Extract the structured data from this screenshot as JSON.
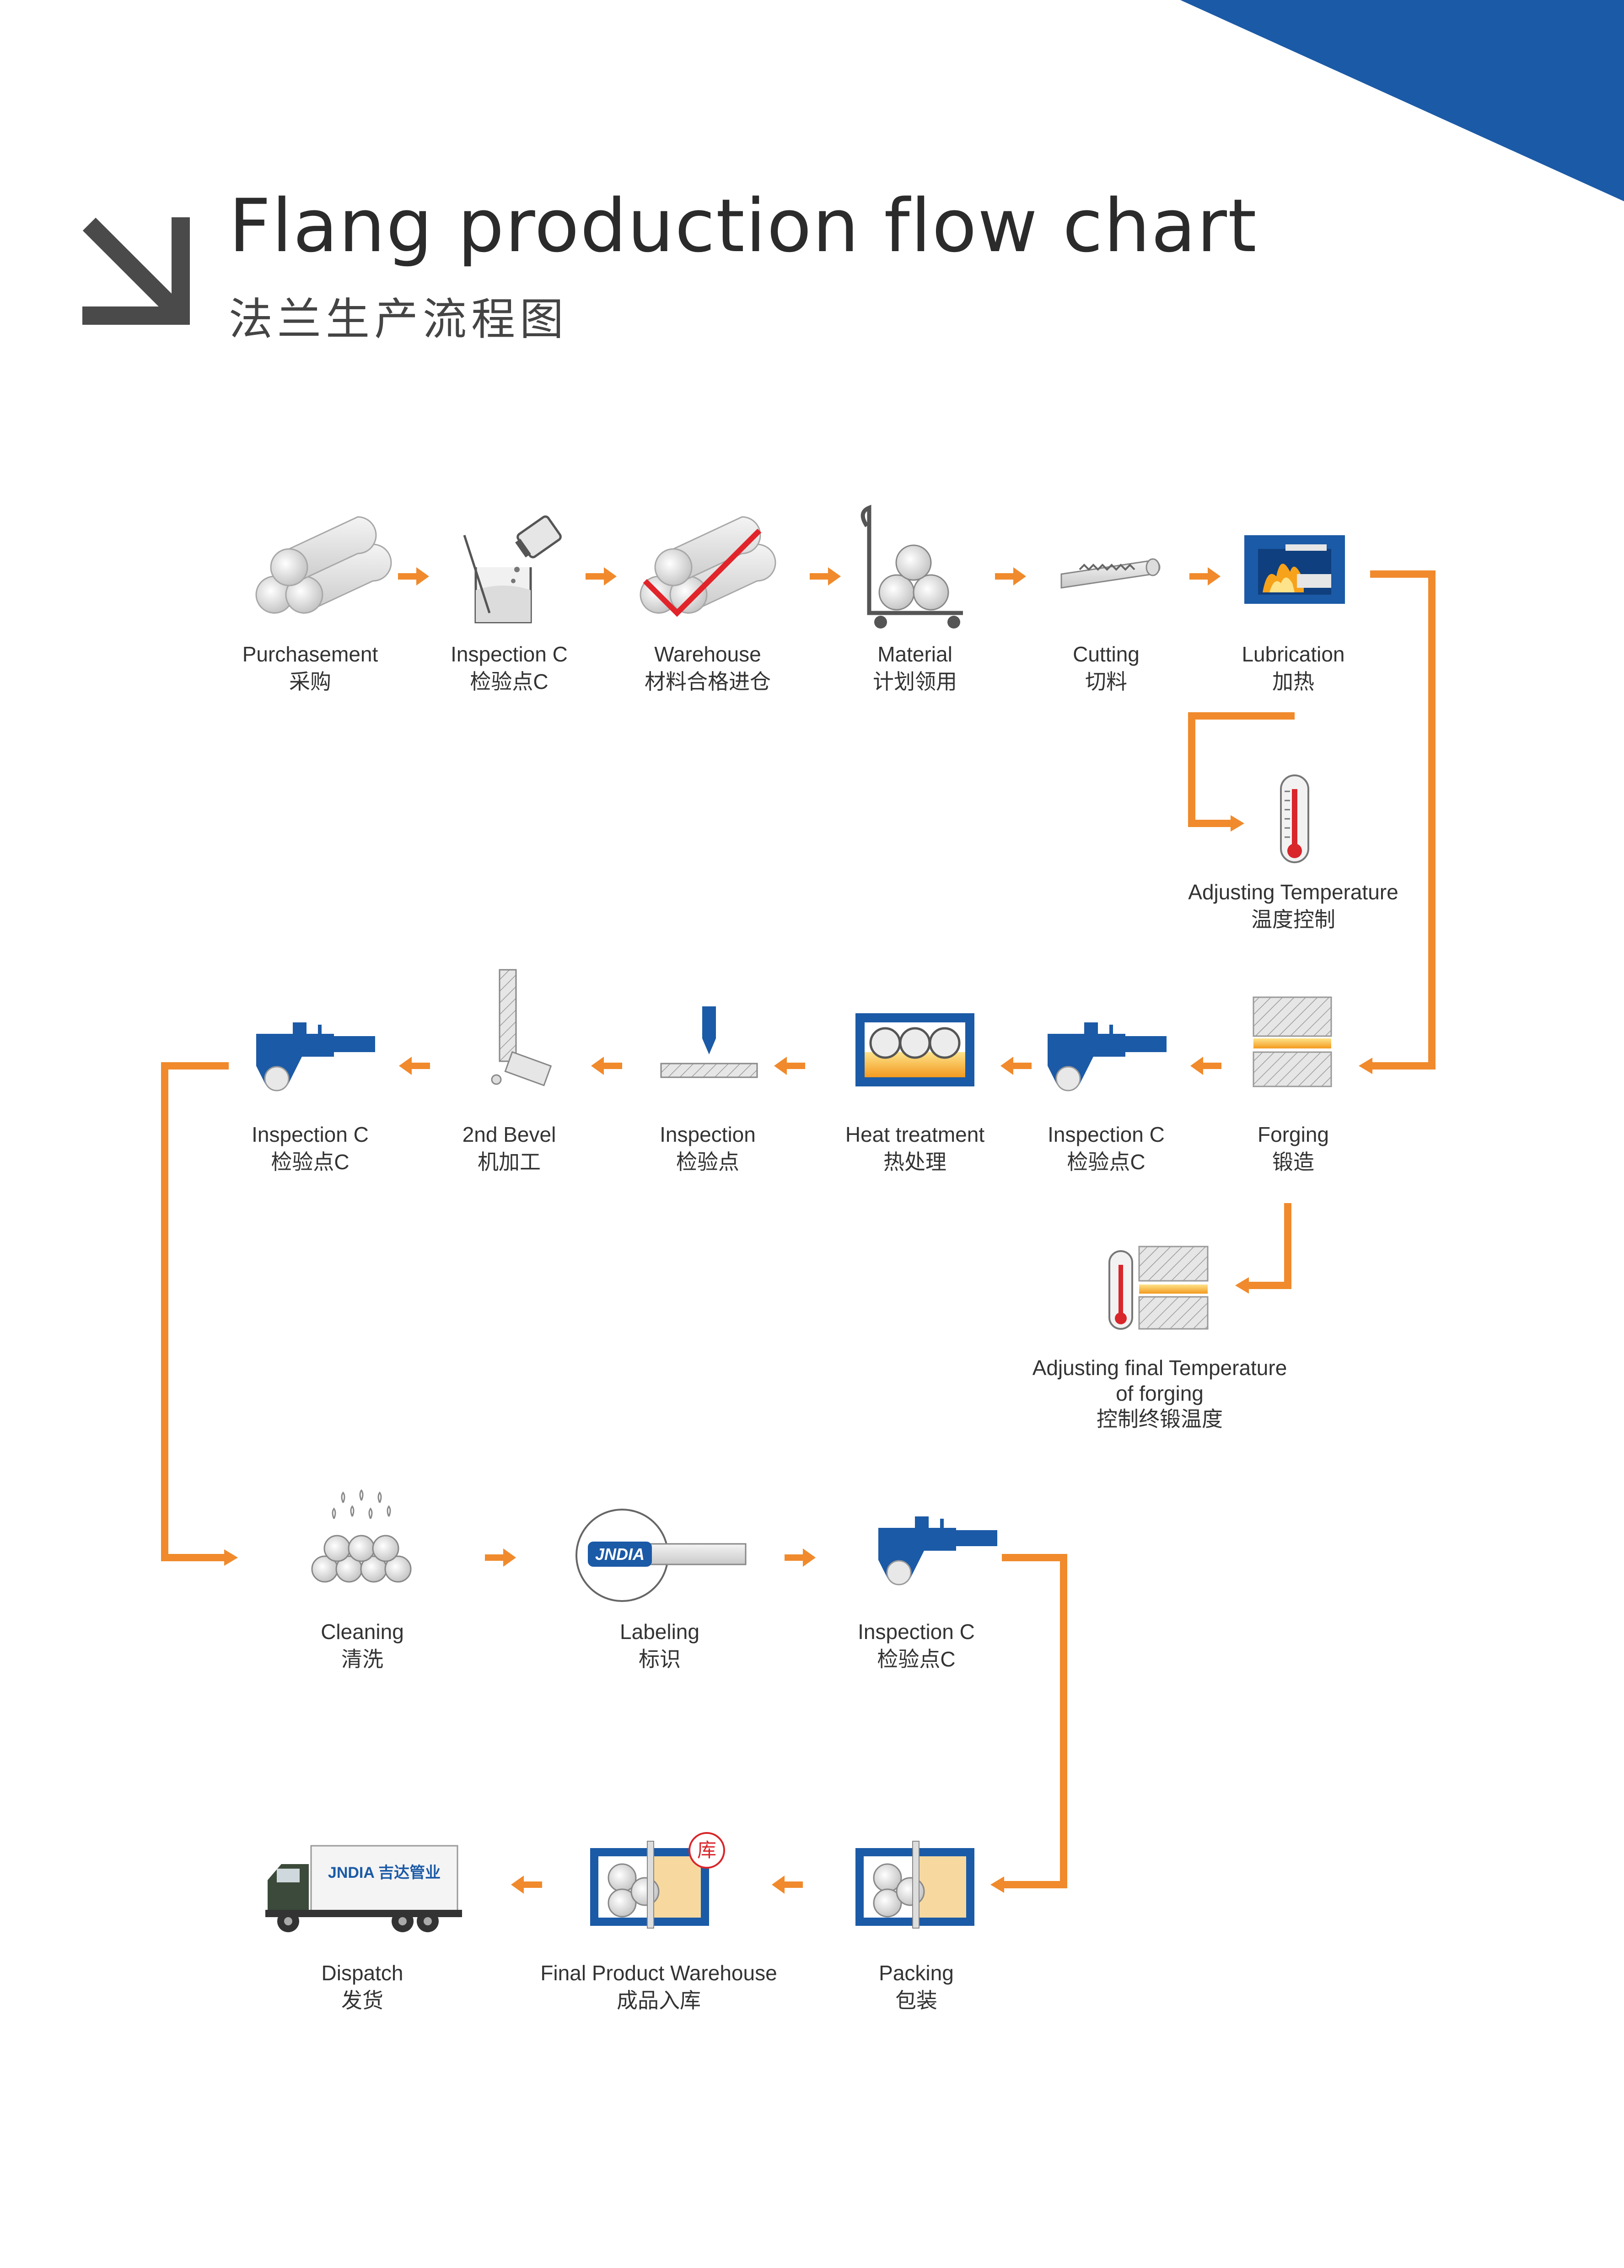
{
  "header": {
    "title": "Flang production flow chart",
    "subtitle": "法兰生产流程图",
    "arrow_icon": "down-right-arrow-icon"
  },
  "colors": {
    "accent_blue": "#1b5aa6",
    "flow_orange": "#f08a2c",
    "heat_yellow": "#f7c21b",
    "icon_grey": "#d9d9d9"
  },
  "steps": [
    {
      "id": "purchasement",
      "icon": "steel-bars-icon",
      "en": "Purchasement",
      "zh": "采购"
    },
    {
      "id": "inspection-1",
      "icon": "beaker-inspection-icon",
      "en": "Inspection C",
      "zh": "检验点C"
    },
    {
      "id": "warehouse",
      "icon": "approved-bars-icon",
      "en": "Warehouse",
      "zh": "材料合格进仓"
    },
    {
      "id": "material",
      "icon": "hand-truck-icon",
      "en": "Material",
      "zh": "计划领用"
    },
    {
      "id": "cutting",
      "icon": "saw-cutting-icon",
      "en": "Cutting",
      "zh": "切料"
    },
    {
      "id": "lubrication",
      "icon": "furnace-fire-icon",
      "en": "Lubrication",
      "zh": "加热"
    },
    {
      "id": "adjusting-temp",
      "icon": "thermometer-icon",
      "en": "Adjusting Temperature",
      "zh": "温度控制"
    },
    {
      "id": "forging",
      "icon": "forging-press-icon",
      "en": "Forging",
      "zh": "锻造"
    },
    {
      "id": "adjusting-final-temp",
      "icon": "thermometer-press-icon",
      "en": "Adjusting final Temperature",
      "en2": "of forging",
      "zh": "控制终锻温度"
    },
    {
      "id": "inspection-2",
      "icon": "caliper-icon",
      "en": "Inspection C",
      "zh": "检验点C"
    },
    {
      "id": "heat-treatment",
      "icon": "heat-treatment-icon",
      "en": "Heat treatment",
      "zh": "热处理"
    },
    {
      "id": "inspection-3",
      "icon": "probe-inspection-icon",
      "en": "Inspection",
      "zh": "检验点"
    },
    {
      "id": "bevel",
      "icon": "bevel-machining-icon",
      "en": "2nd Bevel",
      "zh": "机加工"
    },
    {
      "id": "inspection-4",
      "icon": "caliper-icon",
      "en": "Inspection C",
      "zh": "检验点C"
    },
    {
      "id": "cleaning",
      "icon": "cleaning-icon",
      "en": "Cleaning",
      "zh": "清洗"
    },
    {
      "id": "labeling",
      "icon": "label-icon",
      "en": "Labeling",
      "zh": "标识",
      "label_text": "JNDIA"
    },
    {
      "id": "inspection-5",
      "icon": "caliper-icon",
      "en": "Inspection C",
      "zh": "检验点C"
    },
    {
      "id": "packing",
      "icon": "package-box-icon",
      "en": "Packing",
      "zh": "包装"
    },
    {
      "id": "final-warehouse",
      "icon": "warehouse-box-icon",
      "en": "Final Product Warehouse",
      "zh": "成品入库",
      "badge": "库"
    },
    {
      "id": "dispatch",
      "icon": "truck-icon",
      "en": "Dispatch",
      "zh": "发货",
      "truck_text": "JNDIA 吉达管业"
    }
  ]
}
